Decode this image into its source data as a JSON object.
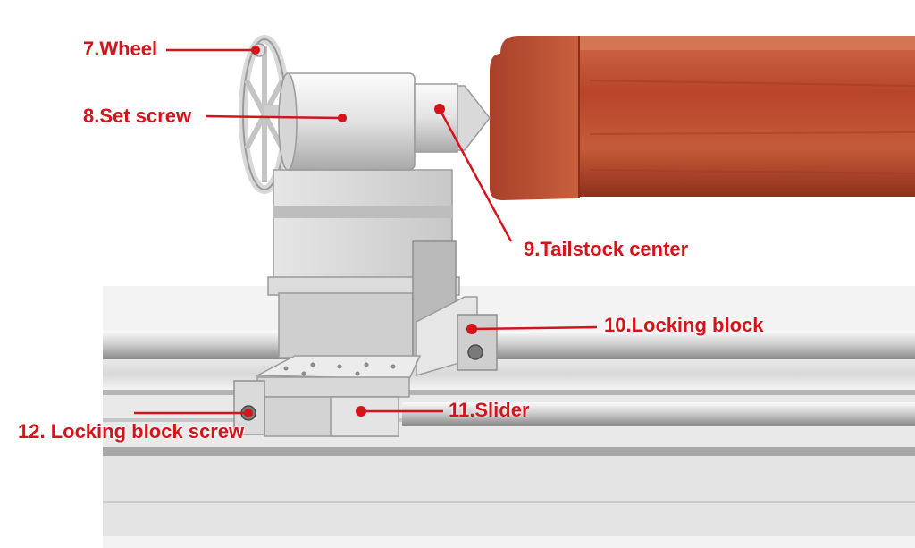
{
  "labels": {
    "wheel": "7.Wheel",
    "set_screw": "8.Set screw",
    "tailstock_center": "9.Tailstock center",
    "locking_block": "10.Locking block",
    "slider": "11.Slider",
    "locking_block_screw": "12. Locking block screw"
  },
  "colors": {
    "label": "#d4141b",
    "metal_light": "#f2f2f2",
    "metal_mid": "#d2d2d2",
    "metal_dark": "#9a9a9a",
    "wood": "#b8452a"
  }
}
